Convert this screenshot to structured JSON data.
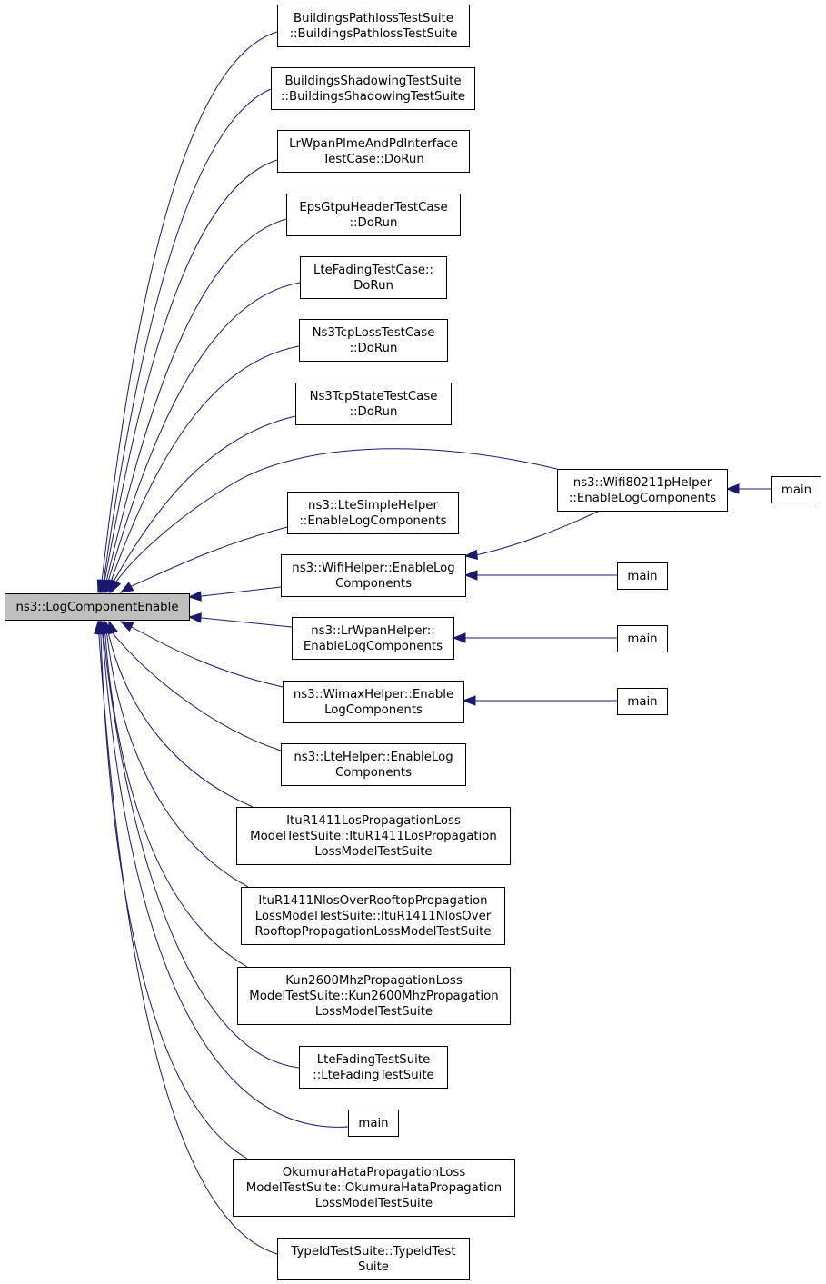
{
  "nodes": {
    "root": {
      "lines": [
        "ns3::LogComponentEnable"
      ]
    },
    "buildings_pathloss": {
      "lines": [
        "BuildingsPathlossTestSuite",
        "::BuildingsPathlossTestSuite"
      ]
    },
    "buildings_shadowing": {
      "lines": [
        "BuildingsShadowingTestSuite",
        "::BuildingsShadowingTestSuite"
      ]
    },
    "lrwpan_plme": {
      "lines": [
        "LrWpanPlmeAndPdInterface",
        "TestCase::DoRun"
      ]
    },
    "eps_gtpu": {
      "lines": [
        "EpsGtpuHeaderTestCase",
        "::DoRun"
      ]
    },
    "lte_fading_tc": {
      "lines": [
        "LteFadingTestCase::",
        "DoRun"
      ]
    },
    "ns3tcp_loss": {
      "lines": [
        "Ns3TcpLossTestCase",
        "::DoRun"
      ]
    },
    "ns3tcp_state": {
      "lines": [
        "Ns3TcpStateTestCase",
        "::DoRun"
      ]
    },
    "wifi80211p": {
      "lines": [
        "ns3::Wifi80211pHelper",
        "::EnableLogComponents"
      ]
    },
    "main_wifi80211p": {
      "lines": [
        "main"
      ]
    },
    "lte_simple": {
      "lines": [
        "ns3::LteSimpleHelper",
        "::EnableLogComponents"
      ]
    },
    "wifi_helper": {
      "lines": [
        "ns3::WifiHelper::EnableLog",
        "Components"
      ]
    },
    "main_wifi": {
      "lines": [
        "main"
      ]
    },
    "lrwpan_helper": {
      "lines": [
        "ns3::LrWpanHelper::",
        "EnableLogComponents"
      ]
    },
    "main_lrwpan": {
      "lines": [
        "main"
      ]
    },
    "wimax_helper": {
      "lines": [
        "ns3::WimaxHelper::Enable",
        "LogComponents"
      ]
    },
    "main_wimax": {
      "lines": [
        "main"
      ]
    },
    "lte_helper": {
      "lines": [
        "ns3::LteHelper::EnableLog",
        "Components"
      ]
    },
    "itu_los": {
      "lines": [
        "ItuR1411LosPropagationLoss",
        "ModelTestSuite::ItuR1411LosPropagation",
        "LossModelTestSuite"
      ]
    },
    "itu_nlos": {
      "lines": [
        "ItuR1411NlosOverRooftopPropagation",
        "LossModelTestSuite::ItuR1411NlosOver",
        "RooftopPropagationLossModelTestSuite"
      ]
    },
    "kun2600": {
      "lines": [
        "Kun2600MhzPropagationLoss",
        "ModelTestSuite::Kun2600MhzPropagation",
        "LossModelTestSuite"
      ]
    },
    "lte_fading_ts": {
      "lines": [
        "LteFadingTestSuite",
        "::LteFadingTestSuite"
      ]
    },
    "main_direct": {
      "lines": [
        "main"
      ]
    },
    "okumura": {
      "lines": [
        "OkumuraHataPropagationLoss",
        "ModelTestSuite::OkumuraHataPropagation",
        "LossModelTestSuite"
      ]
    },
    "typeid": {
      "lines": [
        "TypeIdTestSuite::TypeIdTest",
        "Suite"
      ]
    }
  },
  "edges": [
    {
      "from": "buildings_pathloss",
      "to": "root"
    },
    {
      "from": "buildings_shadowing",
      "to": "root"
    },
    {
      "from": "lrwpan_plme",
      "to": "root"
    },
    {
      "from": "eps_gtpu",
      "to": "root"
    },
    {
      "from": "lte_fading_tc",
      "to": "root"
    },
    {
      "from": "ns3tcp_loss",
      "to": "root"
    },
    {
      "from": "ns3tcp_state",
      "to": "root"
    },
    {
      "from": "wifi80211p",
      "to": "root"
    },
    {
      "from": "lte_simple",
      "to": "root"
    },
    {
      "from": "wifi_helper",
      "to": "root"
    },
    {
      "from": "lrwpan_helper",
      "to": "root"
    },
    {
      "from": "wimax_helper",
      "to": "root"
    },
    {
      "from": "lte_helper",
      "to": "root"
    },
    {
      "from": "itu_los",
      "to": "root"
    },
    {
      "from": "itu_nlos",
      "to": "root"
    },
    {
      "from": "kun2600",
      "to": "root"
    },
    {
      "from": "lte_fading_ts",
      "to": "root"
    },
    {
      "from": "main_direct",
      "to": "root"
    },
    {
      "from": "okumura",
      "to": "root"
    },
    {
      "from": "typeid",
      "to": "root"
    },
    {
      "from": "main_wifi80211p",
      "to": "wifi80211p"
    },
    {
      "from": "wifi80211p",
      "to": "wifi_helper"
    },
    {
      "from": "main_wifi",
      "to": "wifi_helper"
    },
    {
      "from": "main_lrwpan",
      "to": "lrwpan_helper"
    },
    {
      "from": "main_wimax",
      "to": "wimax_helper"
    }
  ],
  "colors": {
    "edge": "#191970",
    "root_fill": "#bfbfbf",
    "node_fill": "#ffffff",
    "node_border": "#000000"
  }
}
